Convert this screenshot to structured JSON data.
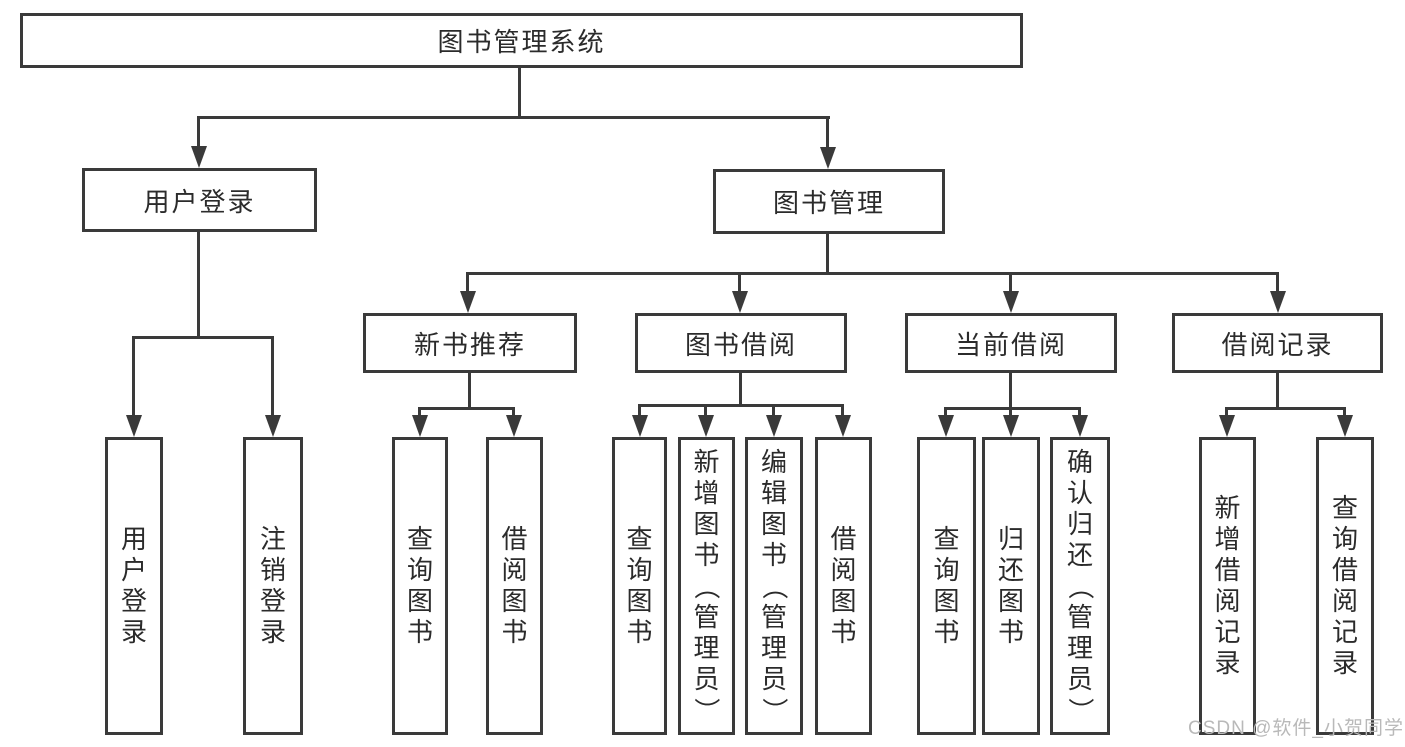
{
  "nodes": {
    "root": {
      "label": "图书管理系统"
    },
    "user_login": {
      "label": "用户登录"
    },
    "book_mgmt": {
      "label": "图书管理"
    },
    "new_book_rec": {
      "label": "新书推荐"
    },
    "book_borrow": {
      "label": "图书借阅"
    },
    "current_borrow": {
      "label": "当前借阅"
    },
    "borrow_record": {
      "label": "借阅记录"
    },
    "leaf_user_login": {
      "label": "用户登录"
    },
    "leaf_logout": {
      "label": "注销登录"
    },
    "leaf_query_book_rec": {
      "label": "查询图书"
    },
    "leaf_borrow_book_rec": {
      "label": "借阅图书"
    },
    "leaf_query_book_borrow": {
      "label": "查询图书"
    },
    "leaf_add_book_admin": {
      "label": "新增图书（管理员）"
    },
    "leaf_edit_book_admin": {
      "label": "编辑图书（管理员）"
    },
    "leaf_borrow_book_borrow": {
      "label": "借阅图书"
    },
    "leaf_query_book_current": {
      "label": "查询图书"
    },
    "leaf_return_book": {
      "label": "归还图书"
    },
    "leaf_confirm_return_admin": {
      "label": "确认归还（管理员）"
    },
    "leaf_add_borrow_record": {
      "label": "新增借阅记录"
    },
    "leaf_query_borrow_record": {
      "label": "查询借阅记录"
    }
  },
  "watermark": {
    "text": "CSDN @软件_小贺同学"
  },
  "colors": {
    "line": "#3a3a3a",
    "text": "#2b2b2b",
    "watermark": "#b9b9b9"
  }
}
